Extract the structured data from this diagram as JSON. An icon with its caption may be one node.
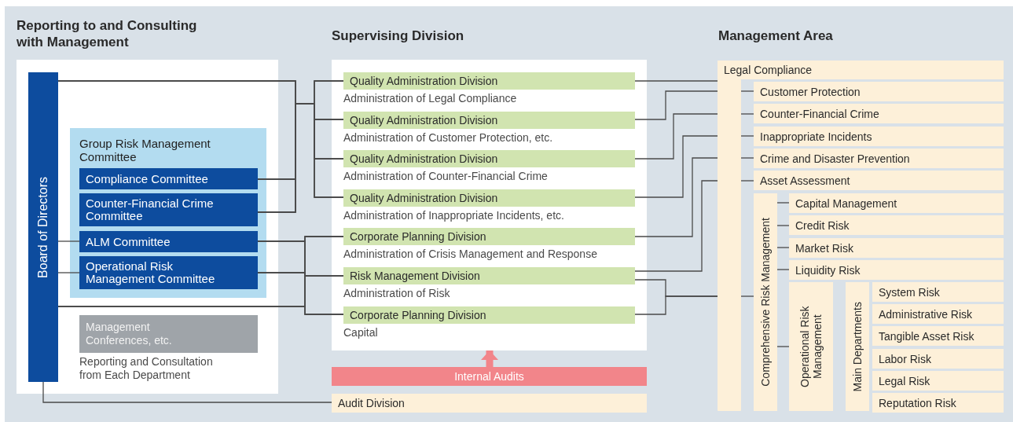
{
  "diagram": {
    "nodes": [
      {
        "text": [],
        "shape": "box"
      },
      {
        "text": [
          "Board of Directors"
        ],
        "in": 0
      },
      {
        "text": [
          "Group Risk Management Committee"
        ],
        "in": 0
      },
      {
        "text": [
          "Compliance Committee"
        ],
        "in": 2
      },
      {
        "text": [
          "Counter-Financial Crime Committee"
        ],
        "in": 2
      },
      {
        "text": [
          "ALM Committee"
        ],
        "in": 2
      },
      {
        "text": [
          "Operational Risk Management Committee"
        ],
        "in": 2
      },
      {
        "text": [
          "Management Conferences, etc."
        ],
        "in": 0,
        "beside": [
          "Reporting and Consultation from Each Department"
        ]
      },
      {
        "text": [],
        "shape": "box"
      },
      {
        "text": [
          "Quality Administration Division"
        ],
        "in": 8,
        "beside": [
          "Administration of Legal Compliance"
        ]
      },
      {
        "text": [
          "Quality Administration Division"
        ],
        "in": 8,
        "beside": [
          "Administration of Customer Protection, etc."
        ]
      },
      {
        "text": [
          "Quality Administration Division"
        ],
        "in": 8,
        "beside": [
          "Administration of Counter-Financial Crime"
        ]
      },
      {
        "text": [
          "Quality Administration Division"
        ],
        "in": 8,
        "beside": [
          "Administration of Inappropriate Incidents, etc."
        ]
      },
      {
        "text": [
          "Corporate Planning Division"
        ],
        "in": 8,
        "beside": [
          "Administration of Crisis Management and Response"
        ]
      },
      {
        "text": [
          "Risk Management Division"
        ],
        "in": 8,
        "beside": [
          "Administration of Risk"
        ]
      },
      {
        "text": [
          "Corporate Planning Division"
        ],
        "in": 8,
        "beside": [
          "Capital"
        ]
      },
      {
        "text": [
          "Internal Audits"
        ]
      },
      {
        "text": [
          "Audit Division"
        ]
      },
      {
        "text": [
          "Legal Compliance"
        ]
      },
      {
        "text": [
          "Customer Protection"
        ]
      },
      {
        "text": [
          "Counter-Financial Crime"
        ]
      },
      {
        "text": [
          "Inappropriate Incidents"
        ]
      },
      {
        "text": [
          "Crime and Disaster Prevention"
        ]
      },
      {
        "text": [
          "Asset Assessment"
        ]
      },
      {
        "text": [
          "Comprehensive Risk Management"
        ]
      },
      {
        "text": [
          "Capital Management"
        ]
      },
      {
        "text": [
          "Credit Risk"
        ]
      },
      {
        "text": [
          "Market Risk"
        ]
      },
      {
        "text": [
          "Liquidity Risk"
        ]
      },
      {
        "text": [
          "Operational Risk Management"
        ]
      },
      {
        "text": [
          "Main Departments"
        ]
      },
      {
        "text": [
          "System Risk"
        ]
      },
      {
        "text": [
          "Administrative Risk"
        ]
      },
      {
        "text": [
          "Tangible Asset Risk"
        ]
      },
      {
        "text": [
          "Labor Risk"
        ]
      },
      {
        "text": [
          "Legal Risk"
        ]
      },
      {
        "text": [
          "Reputation Risk"
        ]
      },
      {
        "text": [],
        "shape": "bar"
      }
    ],
    "edges": [
      {
        "from": 1,
        "to": 9,
        "arrow": "none"
      },
      {
        "from": 1,
        "to": 10,
        "arrow": "none"
      },
      {
        "from": 1,
        "to": 11,
        "arrow": "none"
      },
      {
        "from": 1,
        "to": 12,
        "arrow": "none"
      },
      {
        "from": 3,
        "to": 9,
        "arrow": "none"
      },
      {
        "from": 3,
        "to": 10,
        "arrow": "none"
      },
      {
        "from": 3,
        "to": 11,
        "arrow": "none"
      },
      {
        "from": 3,
        "to": 12,
        "arrow": "none"
      },
      {
        "from": 4,
        "to": 9,
        "arrow": "none"
      },
      {
        "from": 4,
        "to": 10,
        "arrow": "none"
      },
      {
        "from": 4,
        "to": 11,
        "arrow": "none"
      },
      {
        "from": 4,
        "to": 12,
        "arrow": "none"
      },
      {
        "from": 5,
        "to": 13,
        "arrow": "none"
      },
      {
        "from": 5,
        "to": 14,
        "arrow": "none"
      },
      {
        "from": 5,
        "to": 15,
        "arrow": "none"
      },
      {
        "from": 6,
        "to": 13,
        "arrow": "none"
      },
      {
        "from": 6,
        "to": 14,
        "arrow": "none"
      },
      {
        "from": 6,
        "to": 15,
        "arrow": "none"
      },
      {
        "from": 1,
        "to": 13,
        "arrow": "none"
      },
      {
        "from": 1,
        "to": 14,
        "arrow": "none"
      },
      {
        "from": 1,
        "to": 15,
        "arrow": "none"
      },
      {
        "from": 1,
        "to": 5,
        "arrow": "none"
      },
      {
        "from": 1,
        "to": 6,
        "arrow": "none"
      },
      {
        "from": 1,
        "to": 17,
        "arrow": "none"
      },
      {
        "from": 16,
        "to": 8,
        "arrow": "to",
        "style": "thick",
        "color": "#f2858a"
      },
      {
        "from": 9,
        "to": 18,
        "arrow": "none"
      },
      {
        "from": 10,
        "to": 37,
        "arrow": "none"
      },
      {
        "from": 11,
        "to": 37,
        "arrow": "none"
      },
      {
        "from": 12,
        "to": 37,
        "arrow": "none"
      },
      {
        "from": 13,
        "to": 37,
        "arrow": "none"
      },
      {
        "from": 14,
        "to": 37,
        "arrow": "none"
      },
      {
        "from": 14,
        "to": 37,
        "arrow": "none"
      },
      {
        "from": 15,
        "to": 37,
        "arrow": "none"
      },
      {
        "from": 37,
        "to": 19,
        "arrow": "none"
      },
      {
        "from": 37,
        "to": 20,
        "arrow": "none"
      },
      {
        "from": 37,
        "to": 21,
        "arrow": "none"
      },
      {
        "from": 37,
        "to": 22,
        "arrow": "none"
      },
      {
        "from": 37,
        "to": 23,
        "arrow": "none"
      },
      {
        "from": 37,
        "to": 24,
        "arrow": "none"
      },
      {
        "from": 24,
        "to": 25,
        "arrow": "none"
      },
      {
        "from": 24,
        "to": 26,
        "arrow": "none"
      },
      {
        "from": 24,
        "to": 27,
        "arrow": "none"
      },
      {
        "from": 24,
        "to": 28,
        "arrow": "none"
      },
      {
        "from": 24,
        "to": 29,
        "arrow": "none"
      }
    ],
    "labels": [
      "Reporting to and Consulting with Management",
      "Supervising Division",
      "Management Area"
    ]
  }
}
